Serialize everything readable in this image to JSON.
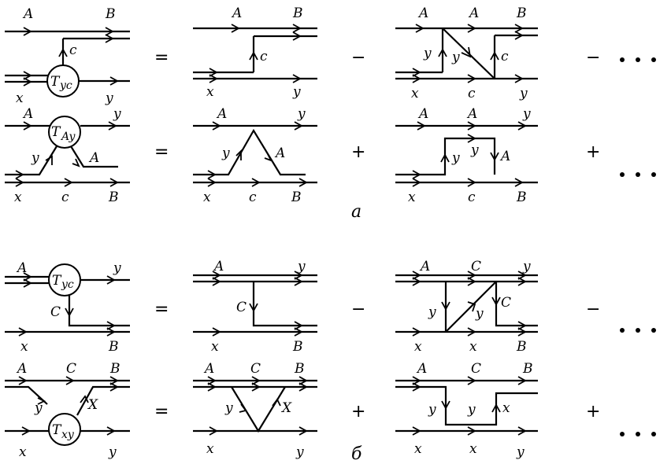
{
  "panel_a_label": "а",
  "panel_b_label": "б",
  "operators": {
    "r1": [
      "=",
      "−",
      "−"
    ],
    "r2": [
      "=",
      "+",
      "+"
    ],
    "r3": [
      "=",
      "−",
      "−"
    ],
    "r4": [
      "=",
      "+",
      "+"
    ]
  },
  "ellipsis": "• • •",
  "row1": {
    "lhs": {
      "A": "A",
      "B": "B",
      "c": "c",
      "x": "x",
      "y": "y",
      "T": "T",
      "Tsub": "yc"
    },
    "t1": {
      "A": "A",
      "B": "B",
      "c": "c",
      "x": "x",
      "y": "y"
    },
    "t2": {
      "A1": "A",
      "A2": "A",
      "B": "B",
      "y1": "y",
      "y2": "y",
      "c1": "c",
      "c2": "c",
      "x": "x",
      "y3": "y"
    }
  },
  "row2": {
    "lhs": {
      "A": "A",
      "y": "y",
      "y2": "y",
      "A2": "A",
      "x": "x",
      "c": "c",
      "B": "B",
      "T": "T",
      "Tsub": "Ay"
    },
    "t1": {
      "A": "A",
      "y": "y",
      "y2": "y",
      "A2": "A",
      "x": "x",
      "c": "c",
      "B": "B"
    },
    "t2": {
      "A1": "A",
      "A2": "A",
      "y1": "y",
      "y2": "y",
      "y3": "y",
      "A3": "A",
      "x": "x",
      "c": "c",
      "B": "B"
    }
  },
  "row3": {
    "lhs": {
      "A": "A",
      "y": "y",
      "C": "C",
      "x": "x",
      "B": "B",
      "T": "T",
      "Tsub": "yc"
    },
    "t1": {
      "A": "A",
      "y": "y",
      "C": "C",
      "x": "x",
      "B": "B"
    },
    "t2": {
      "A": "A",
      "C1": "C",
      "y1": "y",
      "y2": "y",
      "y3": "y",
      "C2": "C",
      "x1": "x",
      "x2": "x",
      "B": "B"
    }
  },
  "row4": {
    "lhs": {
      "A": "A",
      "C": "C",
      "B": "B",
      "y": "y",
      "X": "X",
      "x": "x",
      "y2": "y",
      "T": "T",
      "Tsub": "xy"
    },
    "t1": {
      "A": "A",
      "C": "C",
      "B": "B",
      "y": "y",
      "X": "X",
      "x": "x",
      "y2": "y"
    },
    "t2": {
      "A": "A",
      "C": "C",
      "B": "B",
      "y1": "y",
      "y2": "y",
      "X": "x",
      "x1": "x",
      "x2": "x",
      "y3": "y"
    }
  }
}
